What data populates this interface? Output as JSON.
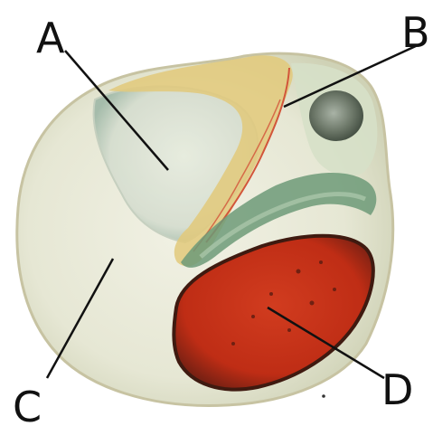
{
  "labels": {
    "a": "A",
    "b": "B",
    "c": "C",
    "d": "D"
  },
  "colors": {
    "background": "#ffffff",
    "body": "#e8e8d6",
    "body_edge": "#c9c7a8",
    "upper_lobe": "#d9e2d2",
    "sheath": "#e0c56a",
    "vessel": "#d2553a",
    "green_band": "#5f8a6a",
    "dark_knob": "#5a6457",
    "red_mass": "#c42d17",
    "red_mass_edge": "#4a1a10",
    "leader_line": "#111111"
  }
}
